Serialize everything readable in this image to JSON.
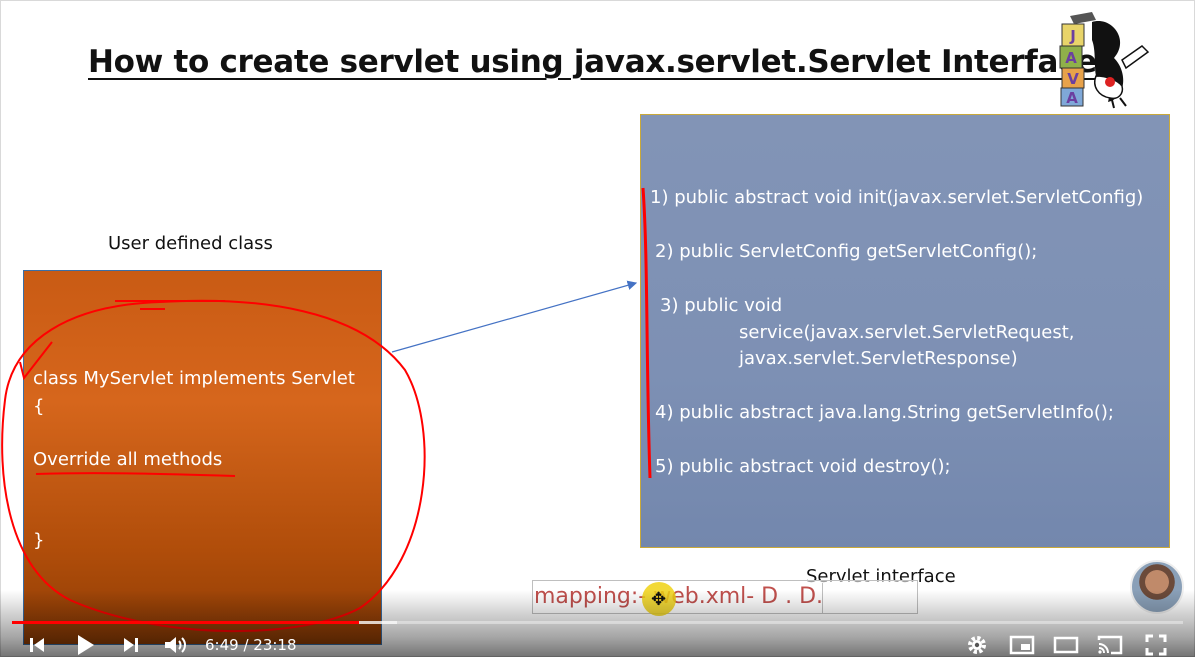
{
  "slide": {
    "title": "How to create servlet using javax.servlet.Servlet Interface",
    "logo_letters": [
      "J",
      "A",
      "V",
      "A"
    ],
    "left_caption": "User defined class",
    "code_lines": [
      "class MyServlet implements Servlet",
      "{",
      "Override all methods",
      "}"
    ],
    "methods": [
      "1) public abstract void init(javax.servlet.ServletConfig)",
      "2) public ServletConfig getServletConfig();",
      "3) public void",
      "service(javax.servlet.ServletRequest,",
      "javax.servlet.ServletResponse)",
      "4) public abstract java.lang.String getServletInfo();",
      "5) public abstract void destroy();"
    ],
    "right_caption": "Servlet interface",
    "mapping_text": "mapping:- web.xml- D . D.",
    "colors": {
      "left_box": "#c95b14",
      "right_box": "#8294b6",
      "annotation_ink": "#ff0000",
      "mapping_text": "#c0504d"
    }
  },
  "player": {
    "time_display": "6:49 / 23:18",
    "progress_played": 0.296,
    "progress_buffered": 0.329,
    "icons": [
      "skip-previous-icon",
      "play-icon",
      "skip-next-icon",
      "volume-icon",
      "settings-gear-icon",
      "miniplayer-icon",
      "theater-mode-icon",
      "cast-icon",
      "fullscreen-icon"
    ]
  }
}
